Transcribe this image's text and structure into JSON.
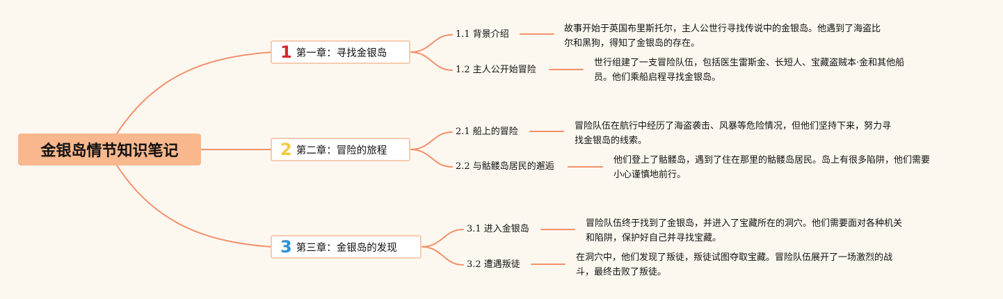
{
  "root": {
    "title": "金银岛情节知识笔记"
  },
  "colors": {
    "root_fill": "#f9b78d",
    "line": "#f4906a",
    "num1": "#d8262f",
    "num2": "#f3c93e",
    "num3": "#2e8fd0"
  },
  "chapters": [
    {
      "num": "1",
      "title": "第一章：寻找金银岛",
      "subs": [
        {
          "label": "1.1 背景介绍",
          "desc_lines": [
            "故事开始于英国布里斯托尔，主人公世行寻找传说中的金银岛。他遇到了海盗比",
            "尔和黑狗，得知了金银岛的存在。"
          ]
        },
        {
          "label": "1.2 主人公开始冒险",
          "desc_lines": [
            "世行组建了一支冒险队伍，包括医生雷斯金、长短人、宝藏盗贼本·金和其他船",
            "员。他们乘船启程寻找金银岛。"
          ]
        }
      ]
    },
    {
      "num": "2",
      "title": "第二章：冒险的旅程",
      "subs": [
        {
          "label": "2.1 船上的冒险",
          "desc_lines": [
            "冒险队伍在航行中经历了海盗袭击、风暴等危险情况，但他们坚持下来，努力寻",
            "找金银岛的线索。"
          ]
        },
        {
          "label": "2.2 与骷髅岛居民的邂逅",
          "desc_lines": [
            "他们登上了骷髅岛，遇到了住在那里的骷髅岛居民。岛上有很多陷阱，他们需要",
            "小心谨慎地前行。"
          ]
        }
      ]
    },
    {
      "num": "3",
      "title": "第三章：金银岛的发现",
      "subs": [
        {
          "label": "3.1 进入金银岛",
          "desc_lines": [
            "冒险队伍终于找到了金银岛，并进入了宝藏所在的洞穴。他们需要面对各种机关",
            "和陷阱，保护好自己并寻找宝藏。"
          ]
        },
        {
          "label": "3.2 遭遇叛徒",
          "desc_lines": [
            "在洞穴中，他们发现了叛徒，叛徒试图夺取宝藏。冒险队伍展开了一场激烈的战",
            "斗，最终击败了叛徒。"
          ]
        }
      ]
    }
  ]
}
